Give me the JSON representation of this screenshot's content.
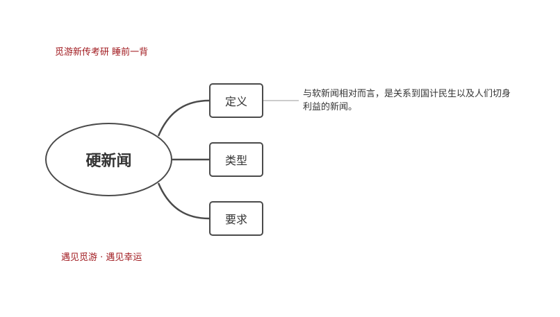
{
  "header": {
    "caption": "觅游新传考研 睡前一背"
  },
  "footer": {
    "caption": "遇见觅游 · 遇见幸运"
  },
  "mindmap": {
    "central": "硬新闻",
    "branches": [
      {
        "label": "定义",
        "note": "与软新闻相对而言，是关系到国计民生以及人们切身利益的新闻。"
      },
      {
        "label": "类型"
      },
      {
        "label": "要求"
      }
    ]
  },
  "colors": {
    "caption": "#a0191e",
    "stroke": "#4a4a4a",
    "text": "#333333",
    "note_line": "#999999"
  }
}
